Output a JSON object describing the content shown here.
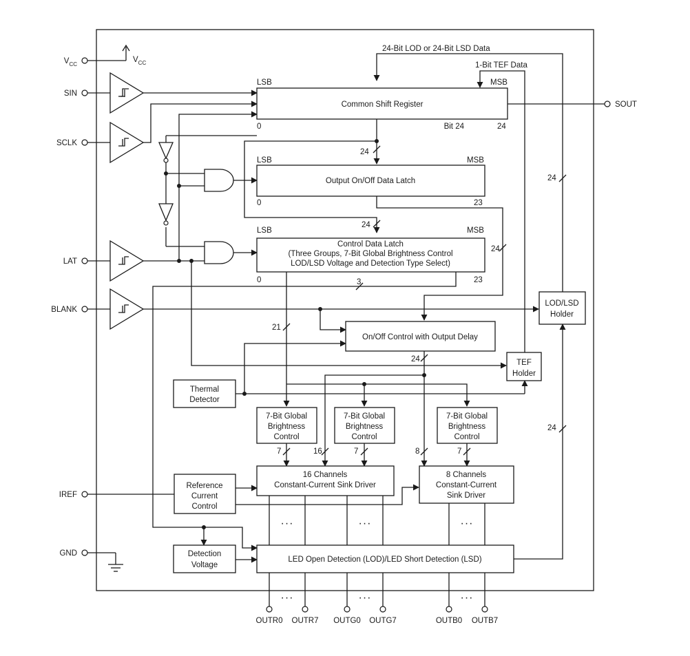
{
  "pins": {
    "vcc": "V",
    "vcc_sub": "CC",
    "vcc_inner": "V",
    "vcc_inner_sub": "CC",
    "sin": "SIN",
    "sclk": "SCLK",
    "lat": "LAT",
    "blank": "BLANK",
    "iref": "IREF",
    "gnd": "GND",
    "sout": "SOUT",
    "outr0": "OUTR0",
    "outr7": "OUTR7",
    "outg0": "OUTG0",
    "outg7": "OUTG7",
    "outb0": "OUTB0",
    "outb7": "OUTB7"
  },
  "blocks": {
    "shift_register": "Common Shift Register",
    "onoff_latch": "Output On/Off Data Latch",
    "control_latch_1": "Control Data Latch",
    "control_latch_2": "(Three Groups, 7-Bit Global Brightness Control",
    "control_latch_3": "LOD/LSD Voltage and Detection Type Select)",
    "onoff_control": "On/Off Control with Output Delay",
    "lodlsd_holder_1": "LOD/LSD",
    "lodlsd_holder_2": "Holder",
    "tef_holder_1": "TEF",
    "tef_holder_2": "Holder",
    "thermal_1": "Thermal",
    "thermal_2": "Detector",
    "gbc_1": "7-Bit Global",
    "gbc_2": "Brightness",
    "gbc_3": "Control",
    "driver16_1": "16 Channels",
    "driver16_2": "Constant-Current Sink Driver",
    "driver8_1": "8 Channels",
    "driver8_2": "Constant-Current",
    "driver8_3": "Sink Driver",
    "refcurrent_1": "Reference",
    "refcurrent_2": "Current",
    "refcurrent_3": "Control",
    "detvolt_1": "Detection",
    "detvolt_2": "Voltage",
    "lod_lsd": "LED Open Detection (LOD)/LED Short Detection (LSD)"
  },
  "labels": {
    "lod_lsd_data": "24-Bit LOD or 24-Bit LSD Data",
    "tef_data": "1-Bit TEF Data",
    "lsb": "LSB",
    "msb": "MSB",
    "bit0": "0",
    "bit24_name": "Bit 24",
    "n24": "24",
    "n23": "23",
    "n21": "21",
    "n16": "16",
    "n8": "8",
    "n7": "7",
    "n3": "3",
    "ellipsis": "···"
  }
}
